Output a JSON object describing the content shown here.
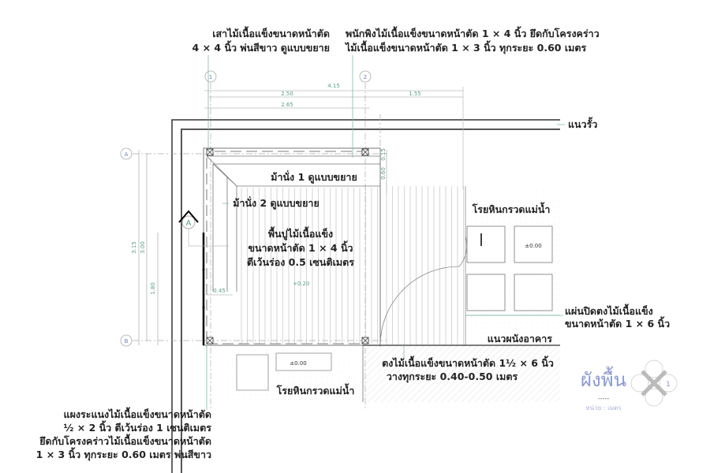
{
  "labels": {
    "post": [
      "เสาไม้เนื้อแข็งขนาดหน้าตัด",
      "4 × 4 นิ้ว  พ่นสีขาว  ดูแบบขยาย"
    ],
    "rail": [
      "พนักพิงไม้เนื้อแข็งขนาดหน้าตัด 1 × 4 นิ้ว  ยึดกับโครงคร่าว",
      "ไม้เนื้อแข็งขนาดหน้าตัด 1 × 3 นิ้ว  ทุกระยะ 0.60 เมตร"
    ],
    "fence": "แนวรั้ว",
    "bench1": "ม้านั่ง 1 ดูแบบขยาย",
    "bench2": "ม้านั่ง 2 ดูแบบขยาย",
    "floor": [
      "พื้นปูไม้เนื้อแข็ง",
      "ขนาดหน้าตัด 1 × 4 นิ้ว",
      "ตีเว้นร่อง 0.5 เซนติเมตร"
    ],
    "gravel_right": "โรยหินกรวดแม่น้ำ",
    "gravel_bottom": "โรยหินกรวดแม่น้ำ",
    "cover": [
      "แผ่นปิดตงไม้เนื้อแข็ง",
      "ขนาดหน้าตัด 1 × 6 นิ้ว"
    ],
    "building_wall": "แนวผนังอาคาร",
    "joist": [
      "ตงไม้เนื้อแข็งขนาดหน้าตัด 1½ × 6 นิ้ว",
      "วางทุกระยะ 0.40-0.50 เมตร"
    ],
    "screen": [
      "แผงระแนงไม้เนื้อแข็งขนาดหน้าตัด",
      "½ × 2 นิ้ว  ตีเว้นร่อง 1 เซนติเมตร",
      "ยึดกับโครงคร่าวไม้เนื้อแข็งขนาดหน้าตัด",
      "1 × 3 นิ้ว  ทุกระยะ 0.60 เมตร  พ่นสีขาว"
    ]
  },
  "grid": {
    "col1": "1",
    "col2": "2",
    "rowA": "A",
    "rowB": "B",
    "section": "A"
  },
  "dimensions": {
    "total": "4.15",
    "d250": "2.50",
    "d155": "1.55",
    "d265": "2.65",
    "d015": "0.15",
    "d060": "0.60",
    "d315": "3.15",
    "d300": "3.00",
    "d180": "1.80",
    "d045": "0.45"
  },
  "levels": {
    "deck": "+0.20",
    "gravel_right": "±0.00",
    "gravel_bottom": "±0.00"
  },
  "title": {
    "name": "ผังพื้น",
    "underline": "-----",
    "unit": "หน่วย : เมตร",
    "number": "1"
  },
  "colors": {
    "title": "#8a9ad0",
    "dimension": "#5aa088",
    "leader": "#7cbfa8"
  }
}
